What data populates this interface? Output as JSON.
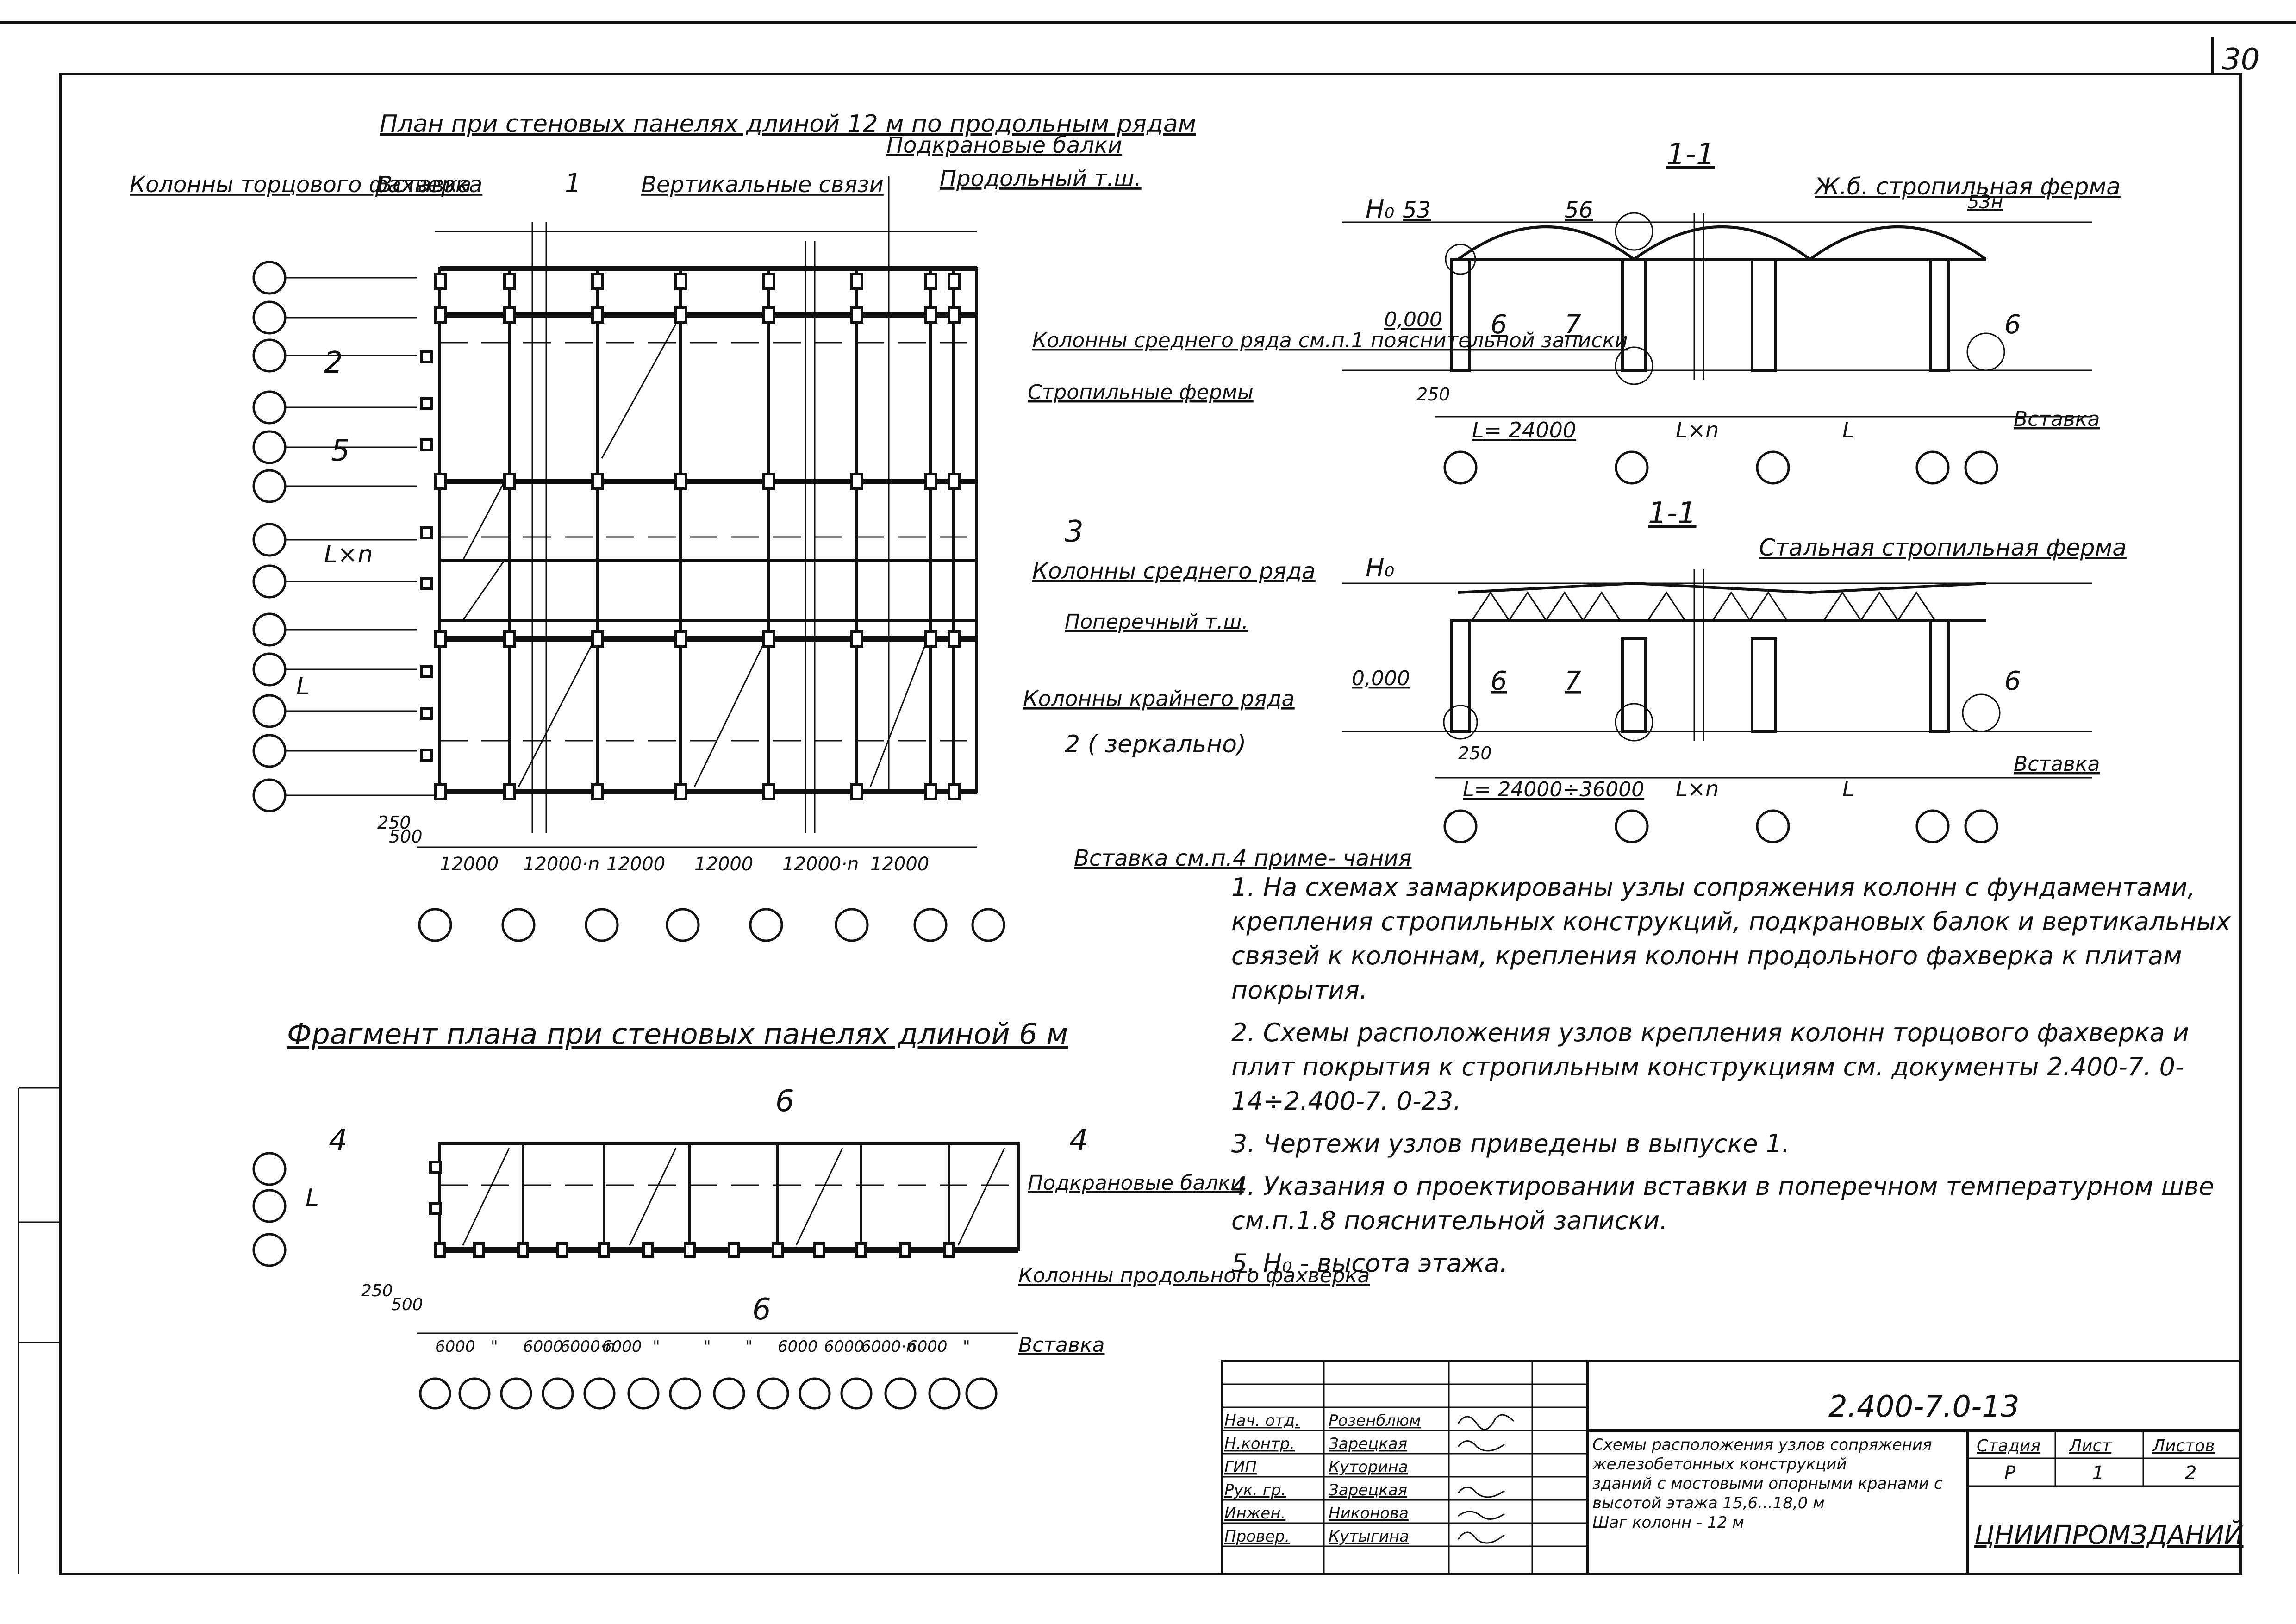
{
  "sheet_number": "30",
  "plan_main": {
    "title": "План при стеновых панелях длиной 12 м по продольным рядам",
    "labels": {
      "end_columns": "Колонны торцового\nфахверка",
      "insert": "Вставка",
      "section_1": "1",
      "vertical_bracing": "Вертикальные\nсвязи",
      "crane_beams": "Подкрановые балки",
      "long_joint": "Продольный т.ш.",
      "mid_columns_note": "Колонны среднего\nряда см.п.1 пояснительной\nзаписки",
      "trusses": "Стропильные\nфермы",
      "mid_row_columns": "Колонны среднего\nряда",
      "transverse_joint": "Поперечный т.ш.",
      "edge_columns": "Колонны крайнего ряда",
      "mirror": "2 ( зеркально)",
      "insert_note": "Вставка\nсм.п.4 приме-\nчания",
      "cut_2": "2",
      "cut_3": "3",
      "cut_5": "5",
      "dim_lxn": "L×n",
      "dim_l": "L",
      "dim_250": "250",
      "dim_500": "500"
    },
    "spans": [
      "12000",
      "12000·n",
      "12000",
      "12000",
      "12000·n",
      "12000"
    ]
  },
  "plan_fragment": {
    "title": "Фрагмент плана при стеновых панелях\nдлиной 6 м",
    "labels": {
      "cut_4": "4",
      "cut_6": "6",
      "crane_beams": "Подкрановые\nбалки",
      "long_columns": "Колонны\nпродольного\nфахверка",
      "insert": "Вставка",
      "dim_l": "L",
      "dim_250": "250",
      "dim_500": "500"
    },
    "spans": [
      "6000",
      "\"",
      "6000",
      "6000·n",
      "6000",
      "\"",
      "\"",
      "\"",
      "6000",
      "6000",
      "6000·n",
      "6000",
      "\""
    ]
  },
  "section_top": {
    "title": "1-1",
    "truss_label": "Ж.б. стропильная ферма",
    "h0": "H₀",
    "level": "0,000",
    "nodes": [
      "53",
      "56",
      "53н",
      "6",
      "7",
      "6"
    ],
    "dim_250": "250",
    "spans": [
      "L= 24000",
      "L×n",
      "L"
    ],
    "insert": "Вставка"
  },
  "section_bottom": {
    "title": "1-1",
    "truss_label": "Стальная стропильная ферма",
    "h0": "H₀",
    "level": "0,000",
    "nodes": [
      "6",
      "7",
      "6"
    ],
    "dim_250": "250",
    "spans": [
      "L= 24000÷36000",
      "L×n",
      "L"
    ],
    "insert": "Вставка"
  },
  "notes": [
    "1. На схемах замаркированы узлы сопряжения колонн с фундаментами, крепления стропильных конструкций, подкрановых балок и вертикальных связей к колоннам, крепления колонн продольного фахверка к плитам покрытия.",
    "2. Схемы расположения узлов крепления колонн торцового фахверка и плит покрытия к стропильным конструкциям см. документы 2.400-7. 0-14÷2.400-7. 0-23.",
    "3. Чертежи узлов приведены в выпуске 1.",
    "4. Указания о проектировании вставки в поперечном температурном шве см.п.1.8 пояснительной записки.",
    "5. H₀ - высота этажа."
  ],
  "title_block": {
    "doc_code": "2.400-7.0-13",
    "description": "Схемы расположения узлов сопряжения железобетонных конструкций\nзданий с мостовыми опорными кранами с высотой этажа 15,6...18,0 м\nШаг колонн - 12 м",
    "stage_h": "Стадия",
    "sheet_h": "Лист",
    "sheets_h": "Листов",
    "stage": "Р",
    "sheet": "1",
    "sheets": "2",
    "org": "ЦНИИПРОМЗДАНИЙ",
    "roles": [
      {
        "role": "Нач. отд.",
        "name": "Розенблюм"
      },
      {
        "role": "Н.контр.",
        "name": "Зарецкая"
      },
      {
        "role": "ГИП",
        "name": "Куторина"
      },
      {
        "role": "Рук. гр.",
        "name": "Зарецкая"
      },
      {
        "role": "Инжен.",
        "name": "Никонова"
      },
      {
        "role": "Провер.",
        "name": "Кутыгина"
      }
    ]
  }
}
